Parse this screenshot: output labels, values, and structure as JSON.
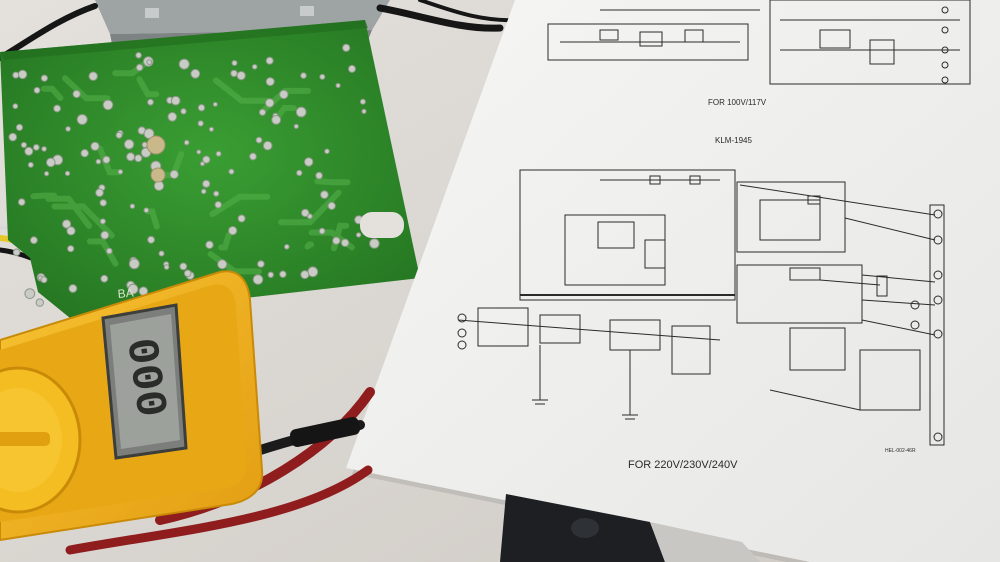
{
  "schematic": {
    "caption_top": "FOR 100V/117V",
    "model": "KLM-1945",
    "caption_bottom": "FOR 220V/230V/240V",
    "board_ref": "HEL-002-46R"
  },
  "pcb": {
    "silkscreen": "BA"
  },
  "multimeter": {
    "display": "000"
  },
  "colors": {
    "pcb_green": "#2f8f2a",
    "multimeter_yellow": "#f2b51a",
    "paper": "#f1f1f1",
    "cloth": "#d9d6d2"
  }
}
